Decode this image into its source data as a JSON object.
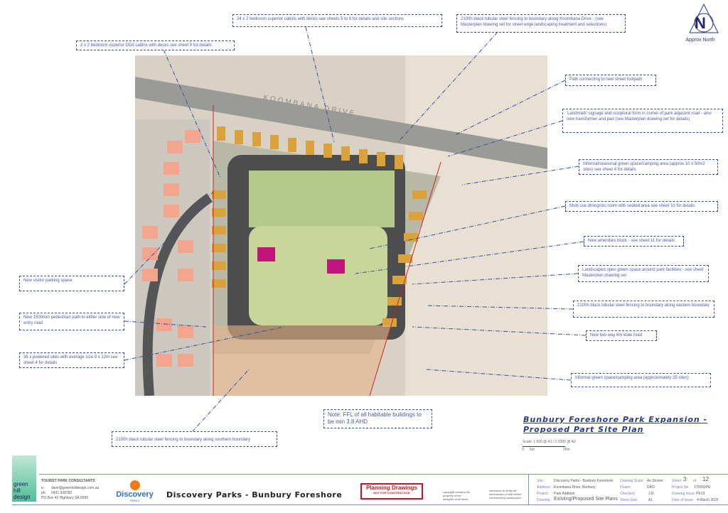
{
  "north_arrow": {
    "letter": "N",
    "label": "Approx North"
  },
  "plan": {
    "road_label": "KOOMBANA DRIVE"
  },
  "callouts": {
    "cabins_24": "24 x 2 bedroom superior cabins with decks see sheets 5 to 8 for details and site sections",
    "dda_cabins": "2 x 2 bedroom superior DDA cabins with decks see sheet 9 for details",
    "fence_koombana": "2100h black tubular steel fencing to boundary along Koombana Drive - (see Masterplan drawing set for street edge landscaping treatment and selections)",
    "path": "Path connecting to new street footpath",
    "landmark": "'Landmark' signage and sculptural form in corner of park adjacent road - also new transformer and pad (see Masterplan drawing set for details)",
    "seasonal": "Informal/seasonal green space/camping area (approx 10 x 50m2 sites) see sheet 4 for details",
    "multi_use": "Multi use dining/rec room with seated area see sheet 10 for details",
    "amenities": "New amenities block - see sheet 11 for details",
    "landscaped": "Landscaped open green space around park facilities - see sheet Masterplan drawing set",
    "fence_east": "2100h black tubular steel fencing to boundary along eastern boundary",
    "road": "New two way 6m wide road",
    "informal_green": "Informal green space/camping area (approximately 25 sites)",
    "visitor_parking": "New visitor parking space",
    "ped_path": "New 1500mm pedestrian path to either side of new entry road",
    "powered_sites": "36 x powered sites with average size 8 x 12m see sheet 4 for details",
    "fence_south": "2100h black tubular steel fencing to boundary along southern boundary",
    "ffl_note": "Note: FFL of all habitable buildings to be min 3.8 AHD"
  },
  "title": {
    "line1": "Bunbury Foreshore Park Expansion -",
    "line2": "Proposed Part Site Plan",
    "scale": "Scale: 1:500 @ A1 / 1:1000 @ A3",
    "scale_marks": [
      "0",
      "5m",
      "25m"
    ]
  },
  "title_block": {
    "logo_text": "green hill design",
    "consultants": "TOURIST PARK CONSULTANTS",
    "email_label": "e:",
    "email": "dave@greenhilldesign.com.au",
    "phone_label": "ph:",
    "phone": "0431 938782",
    "address": "PO Box 42 Highbury SA 5089",
    "client_logo": "Discovery",
    "client_logo_sub": "PARKS",
    "project_name": "Discovery Parks - Bunbury Foreshore",
    "stamp_title": "Planning Drawings",
    "stamp_sub": "NOT FOR CONSTRUCTION",
    "copyright": "copyright remains the property of the designer at all times",
    "contractor": "contractor to verify all dimensions on site before commencing construction",
    "fields": {
      "site_label": "Site:",
      "site": "Discovery Parks - Bunbury Foreshore",
      "address_label": "Address:",
      "address": "Koombana Drive, Bunbury",
      "project_label": "Project:",
      "project": "Park Addition",
      "drawing_label": "Drawing:",
      "drawing": "Existing/Proposed Site Plans",
      "scale_label": "Drawing Scale:",
      "scale": "As Shown",
      "drawn_label": "Drawn:",
      "drawn": "DAO",
      "checked_label": "Checked:",
      "checked": "J.R.",
      "size_label": "Sheet Size:",
      "size": "A1",
      "sheet_label": "Sheet",
      "sheet": "3",
      "of_label": "of",
      "of": "12",
      "projno_label": "Project No.:",
      "projno": "170502PE",
      "issue_label": "Drawing Issue:",
      "issue": "PE19",
      "date_label": "Date of Issue:",
      "date": "4 March 2020"
    }
  },
  "colors": {
    "line": "#3a4f9a",
    "cabin": "#d9a23a",
    "house": "#f2a48c",
    "amenity": "#c0157a",
    "stamp": "#d0102a"
  }
}
